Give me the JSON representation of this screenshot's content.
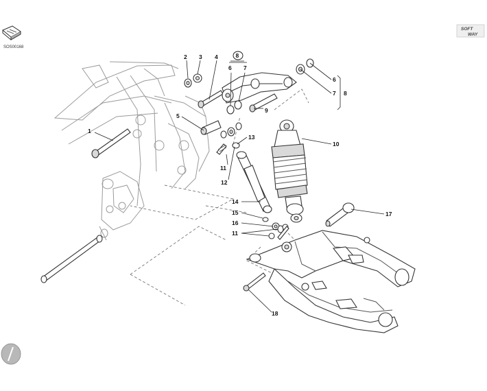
{
  "diagram_code": "SOS00168",
  "kit_label": "8",
  "logo": {
    "line1": "SOFT",
    "line2": "WAY"
  },
  "callouts": {
    "c1": "1",
    "c2": "2",
    "c3": "3",
    "c4": "4",
    "c5": "5",
    "c6a": "6",
    "c7a": "7",
    "c6b": "6",
    "c7b": "7",
    "c8": "8",
    "c9": "9",
    "c10": "10",
    "c11a": "11",
    "c11b": "11",
    "c12": "12",
    "c13": "13",
    "c14": "14",
    "c15": "15",
    "c16": "16",
    "c17": "17",
    "c18": "18"
  }
}
